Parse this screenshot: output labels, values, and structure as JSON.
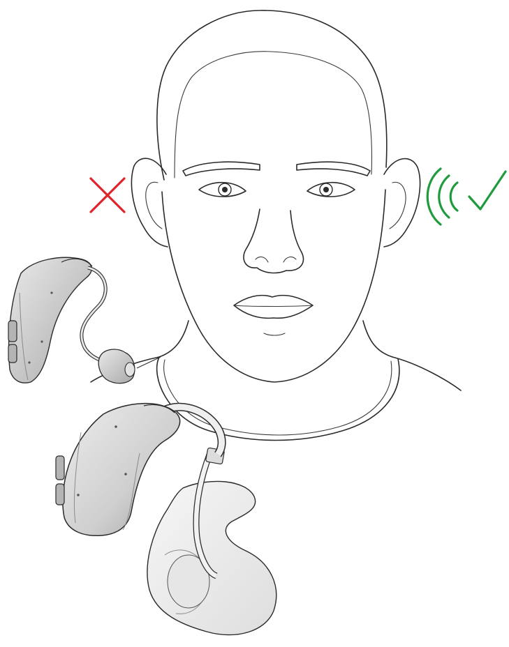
{
  "figure": {
    "subject": "hearing-aid-fit-comparison",
    "left_side_status": "incorrect",
    "right_side_status": "correct",
    "status_colors": {
      "incorrect": "#e0242b",
      "correct": "#1f9a3c"
    },
    "icons": {
      "incorrect": "cross-mark-icon",
      "correct": "check-mark-icon",
      "sound": "sound-waves-icon"
    }
  }
}
